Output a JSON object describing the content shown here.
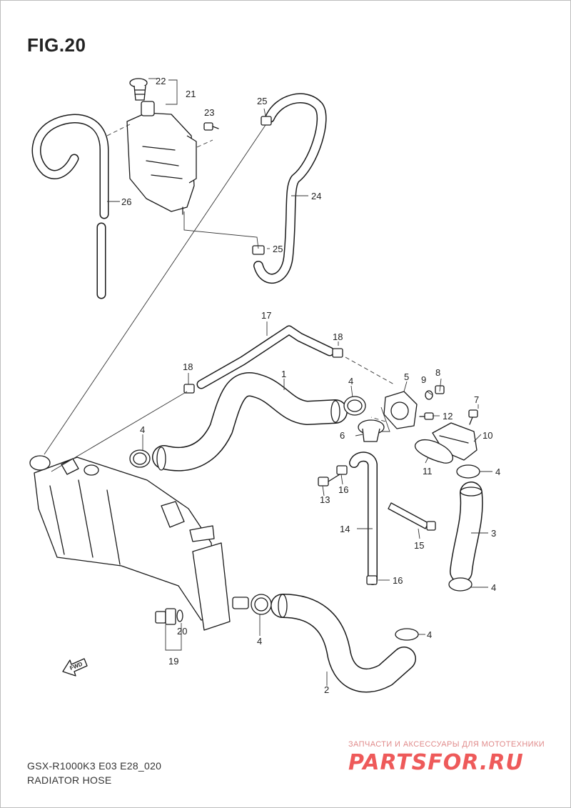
{
  "figure": {
    "title": "FIG.20",
    "model_code": "GSX-R1000K3 E03 E28_020",
    "subtitle": "RADIATOR HOSE",
    "fwd_label": "FWD"
  },
  "callouts": [
    "1",
    "2",
    "3",
    "4",
    "4",
    "4",
    "4",
    "4",
    "4",
    "5",
    "6",
    "7",
    "8",
    "9",
    "10",
    "11",
    "12",
    "13",
    "14",
    "15",
    "16",
    "16",
    "17",
    "18",
    "18",
    "19",
    "20",
    "21",
    "22",
    "23",
    "24",
    "25",
    "25",
    "26"
  ],
  "watermark": {
    "tagline": "ЗАПЧАСТИ И АКСЕССУАРЫ ДЛЯ МОТОТЕХНИКИ",
    "logo": "PARTSFOR.RU",
    "color": "#ee5a5a"
  }
}
